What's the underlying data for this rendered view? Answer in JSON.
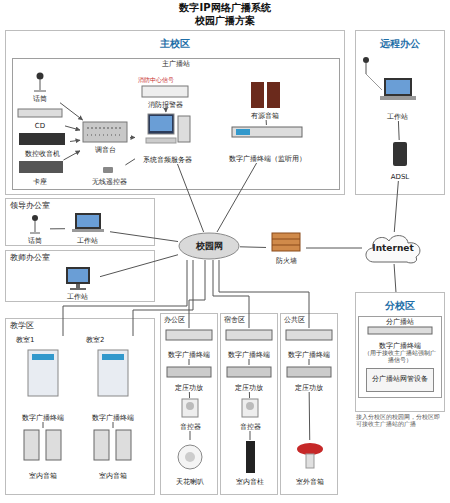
{
  "diagram": {
    "title": "数字IP网络广播系统 校园广播方案",
    "nodes": [
      {
        "text": [
          "主校区"
        ]
      },
      {
        "text": [
          "主广播站"
        ],
        "in": 0
      },
      {
        "text": [
          "话筒"
        ],
        "in": 1
      },
      {
        "text": [
          "CD"
        ],
        "in": 1
      },
      {
        "text": [
          "数控收音机"
        ],
        "in": 1
      },
      {
        "text": [
          "卡座"
        ],
        "in": 1
      },
      {
        "text": [
          "调音台"
        ],
        "in": 1
      },
      {
        "text": [
          "消防报警器"
        ],
        "in": 1
      },
      {
        "text": [
          "系统音频服务器"
        ],
        "in": 1
      },
      {
        "text": [
          "无线遥控器"
        ],
        "in": 1
      },
      {
        "text": [
          "有源音箱"
        ],
        "in": 1
      },
      {
        "text": [
          "数字广播终端（监听用）"
        ],
        "in": 1
      },
      {
        "text": [
          "远程办公"
        ]
      },
      {
        "text": [
          "工作站"
        ],
        "in": 12
      },
      {
        "text": [
          "ADSL"
        ],
        "in": 12
      },
      {
        "text": [
          "领导办公室"
        ]
      },
      {
        "text": [
          "话筒"
        ],
        "in": 15
      },
      {
        "text": [
          "工作站"
        ],
        "in": 15
      },
      {
        "text": [
          "教师办公室"
        ]
      },
      {
        "text": [
          "工作站"
        ],
        "in": 18
      },
      {
        "text": [
          "校园网"
        ]
      },
      {
        "text": [
          "防火墙"
        ]
      },
      {
        "text": [
          "Internet"
        ]
      },
      {
        "text": [
          "分校区"
        ]
      },
      {
        "text": [
          "分广播站"
        ],
        "in": 23
      },
      {
        "text": [
          "数字广播终端",
          "（用于接收主广播站强制广播信号）"
        ],
        "in": 24
      },
      {
        "text": [
          "分广播站网管设备"
        ],
        "in": 24
      },
      {
        "text": [
          "教学区"
        ]
      },
      {
        "text": [
          "教室1",
          "数字广播终端"
        ],
        "in": 27
      },
      {
        "text": [
          "室内音箱"
        ],
        "in": 27
      },
      {
        "text": [
          "教室2",
          "数字广播终端"
        ],
        "in": 27
      },
      {
        "text": [
          "室内音箱"
        ],
        "in": 27
      },
      {
        "text": [
          "办公区"
        ]
      },
      {
        "text": [
          "数字广播终端"
        ],
        "in": 32
      },
      {
        "text": [
          "定压功放"
        ],
        "in": 32
      },
      {
        "text": [
          "音控器"
        ],
        "in": 32
      },
      {
        "text": [
          "天花喇叭"
        ],
        "in": 32
      },
      {
        "text": [
          "宿舍区"
        ]
      },
      {
        "text": [
          "数字广播终端"
        ],
        "in": 37
      },
      {
        "text": [
          "定压功放"
        ],
        "in": 37
      },
      {
        "text": [
          "音控器"
        ],
        "in": 37
      },
      {
        "text": [
          "室内音柱"
        ],
        "in": 37
      },
      {
        "text": [
          "公共区"
        ]
      },
      {
        "text": [
          "数字广播终端"
        ],
        "in": 42
      },
      {
        "text": [
          "定压功放"
        ],
        "in": 42
      },
      {
        "text": [
          "室外音箱"
        ],
        "in": 42
      }
    ],
    "edges": [
      {
        "from": 2,
        "to": 6,
        "arrow": "to"
      },
      {
        "from": 3,
        "to": 6,
        "arrow": "to"
      },
      {
        "from": 4,
        "to": 6,
        "arrow": "to"
      },
      {
        "from": 5,
        "to": 6,
        "arrow": "to"
      },
      {
        "from": 6,
        "to": 8,
        "arrow": "to"
      },
      {
        "from": 7,
        "to": 8,
        "arrow": "to"
      },
      {
        "from": 9,
        "to": 8,
        "arrow": "none"
      },
      {
        "from": 11,
        "to": 10,
        "arrow": "none"
      },
      {
        "from": 8,
        "to": 20,
        "arrow": "none"
      },
      {
        "from": 11,
        "to": 20,
        "arrow": "none"
      },
      {
        "from": 13,
        "to": 14,
        "arrow": "none"
      },
      {
        "from": 14,
        "to": 22,
        "arrow": "none"
      },
      {
        "from": 16,
        "to": 17,
        "arrow": "none"
      },
      {
        "from": 17,
        "to": 20,
        "arrow": "none"
      },
      {
        "from": 19,
        "to": 20,
        "arrow": "none"
      },
      {
        "from": 20,
        "to": 21,
        "arrow": "none"
      },
      {
        "from": 21,
        "to": 22,
        "arrow": "none"
      },
      {
        "from": 22,
        "to": 23,
        "arrow": "none"
      },
      {
        "from": 20,
        "to": 28,
        "arrow": "none"
      },
      {
        "from": 20,
        "to": 30,
        "arrow": "none"
      },
      {
        "from": 20,
        "to": 33,
        "arrow": "none"
      },
      {
        "from": 20,
        "to": 38,
        "arrow": "none"
      },
      {
        "from": 20,
        "to": 43,
        "arrow": "none"
      },
      {
        "from": 28,
        "to": 29,
        "arrow": "none"
      },
      {
        "from": 30,
        "to": 31,
        "arrow": "none"
      },
      {
        "from": 33,
        "to": 34,
        "arrow": "none"
      },
      {
        "from": 34,
        "to": 35,
        "arrow": "none"
      },
      {
        "from": 35,
        "to": 36,
        "arrow": "none"
      },
      {
        "from": 38,
        "to": 39,
        "arrow": "none"
      },
      {
        "from": 39,
        "to": 40,
        "arrow": "none"
      },
      {
        "from": 40,
        "to": 41,
        "arrow": "none"
      },
      {
        "from": 43,
        "to": 44,
        "arrow": "none"
      },
      {
        "from": 44,
        "to": 45,
        "arrow": "none"
      }
    ],
    "labels": [
      "消防中心信号",
      "接入分校区的校园网，分校区即可接收主广播站的广播"
    ]
  }
}
